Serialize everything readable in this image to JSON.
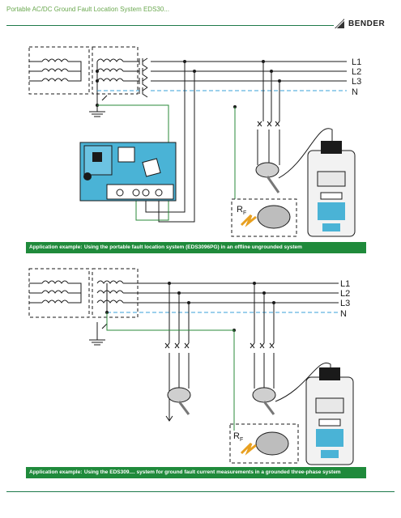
{
  "header": {
    "title": "Portable AC/DC Ground Fault Location System EDS30...",
    "logo_text": "BENDER"
  },
  "diagram1": {
    "lines": [
      "L1",
      "L2",
      "L3",
      "N"
    ],
    "rf_label": "R",
    "rf_sub": "F",
    "caption_label": "Application example:",
    "caption_text": "Using the portable fault location system (EDS3096PG) in an offline ungrounded system"
  },
  "diagram2": {
    "lines": [
      "L1",
      "L2",
      "L3",
      "N"
    ],
    "rf_label": "R",
    "rf_sub": "F",
    "caption_label": "Application example:",
    "caption_text": "Using the EDS309.... system for ground fault current measurements in a grounded three-phase system"
  },
  "colors": {
    "bus": "#1a1a1a",
    "neutral": "#3aa0d8",
    "ground": "#2a8a3a",
    "device": "#4ab3d6",
    "caption_bg": "#1f8a3b",
    "fault": "#e8a020"
  }
}
